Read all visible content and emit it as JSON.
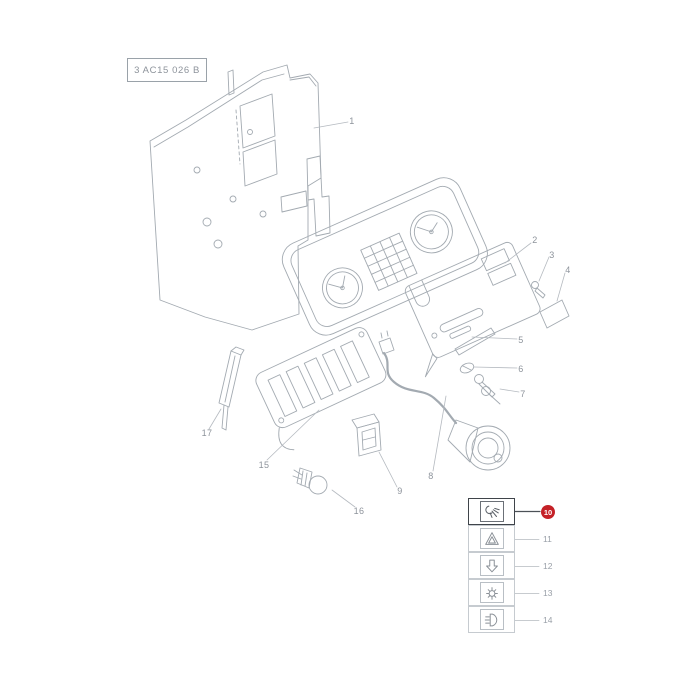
{
  "document": {
    "code": "3 AC15 026 B"
  },
  "colors": {
    "highlight_red": "#c42127",
    "line_gray": "#a3aab1",
    "label_gray": "#8d939b"
  },
  "parts": [
    {
      "num": "1"
    },
    {
      "num": "2"
    },
    {
      "num": "3"
    },
    {
      "num": "4"
    },
    {
      "num": "5"
    },
    {
      "num": "6"
    },
    {
      "num": "7"
    },
    {
      "num": "8"
    },
    {
      "num": "9"
    },
    {
      "num": "15"
    },
    {
      "num": "16"
    },
    {
      "num": "17"
    }
  ],
  "legend": {
    "items": [
      {
        "num": "10",
        "icon": "rear-window-wash-wipe",
        "selected": true
      },
      {
        "num": "11",
        "icon": "hazard-warning",
        "selected": false
      },
      {
        "num": "12",
        "icon": "arrow-down",
        "selected": false
      },
      {
        "num": "13",
        "icon": "work-lamp",
        "selected": false
      },
      {
        "num": "14",
        "icon": "headlamp",
        "selected": false
      }
    ]
  }
}
